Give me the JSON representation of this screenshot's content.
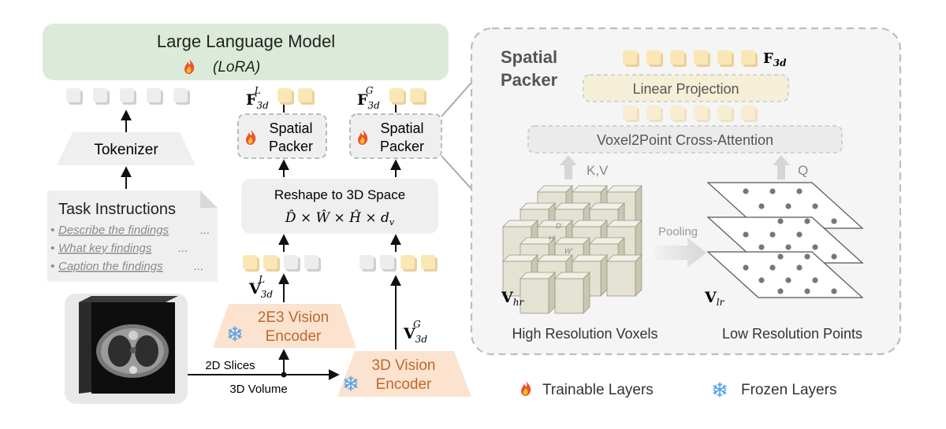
{
  "llm": {
    "title": "Large Language Model",
    "lora": "(LoRA)"
  },
  "tokenizer": {
    "label": "Tokenizer"
  },
  "instructions": {
    "title": "Task Instructions",
    "items": [
      "Describe the findings",
      "What key findings",
      "Caption the findings"
    ],
    "bullet": "•",
    "ellipsis": "..."
  },
  "packer_left": {
    "line1": "Spatial",
    "line2": "Packer",
    "feat": "F",
    "feat_sub": "3d",
    "feat_sup": "L"
  },
  "packer_right": {
    "line1": "Spatial",
    "line2": "Packer",
    "feat": "F",
    "feat_sub": "3d",
    "feat_sup": "G"
  },
  "reshape": {
    "title": "Reshape to 3D Space",
    "formula": "D̂ × Ŵ × Ĥ × d",
    "formula_sub": "v"
  },
  "v_left": {
    "sym": "V",
    "sub": "3d",
    "sup": "L"
  },
  "v_right": {
    "sym": "V",
    "sub": "3d",
    "sup": "G"
  },
  "encoder_2e3": {
    "line1": "2E3 Vision",
    "line2": "Encoder"
  },
  "encoder_3d": {
    "line1": "3D Vision",
    "line2": "Encoder"
  },
  "input": {
    "slices": "2D Slices",
    "volume": "3D Volume"
  },
  "detail": {
    "title_line1": "Spatial",
    "title_line2": "Packer",
    "out_feat": "F",
    "out_sub": "3d",
    "linear": "Linear Projection",
    "cross_attn": "Voxel2Point Cross-Attention",
    "kv": "K,V",
    "q": "Q",
    "pooling": "Pooling",
    "hr_sym": "V",
    "hr_sub": "hr",
    "lr_sym": "V",
    "lr_sub": "lr",
    "hr_label": "High Resolution Voxels",
    "lr_label": "Low Resolution Points",
    "cube_d": "D'",
    "cube_h": "H'",
    "cube_w": "W'"
  },
  "legend": {
    "trainable": "Trainable Layers",
    "frozen": "Frozen Layers"
  },
  "colors": {
    "llm_bg": "#dcebd9",
    "encoder_bg": "#fbe3cf",
    "token_yellow": "#fae6b3",
    "token_gray": "#e6e6e6",
    "dashed": "#b5b5b5"
  }
}
